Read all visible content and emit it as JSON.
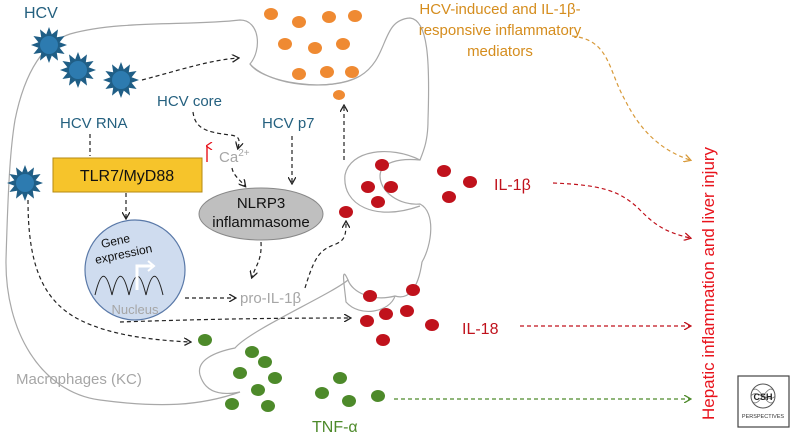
{
  "labels": {
    "hcv": "HCV",
    "hcv_rna": "HCV RNA",
    "hcv_core": "HCV core",
    "hcv_p7": "HCV p7",
    "ca": "Ca",
    "ca_sup": "2+",
    "tlr": "TLR7/MyD88",
    "nlrp3_line1": "NLRP3",
    "nlrp3_line2": "inflammasome",
    "gene_line1": "Gene",
    "gene_line2": "expression",
    "nucleus": "Nucleus",
    "pro_il1b": "pro-IL-1β",
    "mediators_line1": "HCV-induced and IL-1β-",
    "mediators_line2": "responsive inflammatory",
    "mediators_line3": "mediators",
    "il1b": "IL-1β",
    "il18": "IL-18",
    "tnfa": "TNF-α",
    "macrophages": "Macrophages (KC)",
    "outcome": "Hepatic inflammation and liver injury",
    "logo_line1": "CSH",
    "logo_line2": "PERSPECTIVES"
  },
  "colors": {
    "virus": "#1f5e86",
    "hcv_text": "#24607f",
    "orange": "#ef8a32",
    "red": "#c0121c",
    "green": "#4d8a2a",
    "tlr_fill": "#f6c42b",
    "nucleus_fill": "#cfdcef",
    "nlrp3_fill": "#bfbfbf",
    "outcome": "#e8131c",
    "gray_text": "#a6a6a6",
    "mediator_text": "#d58d1e"
  }
}
